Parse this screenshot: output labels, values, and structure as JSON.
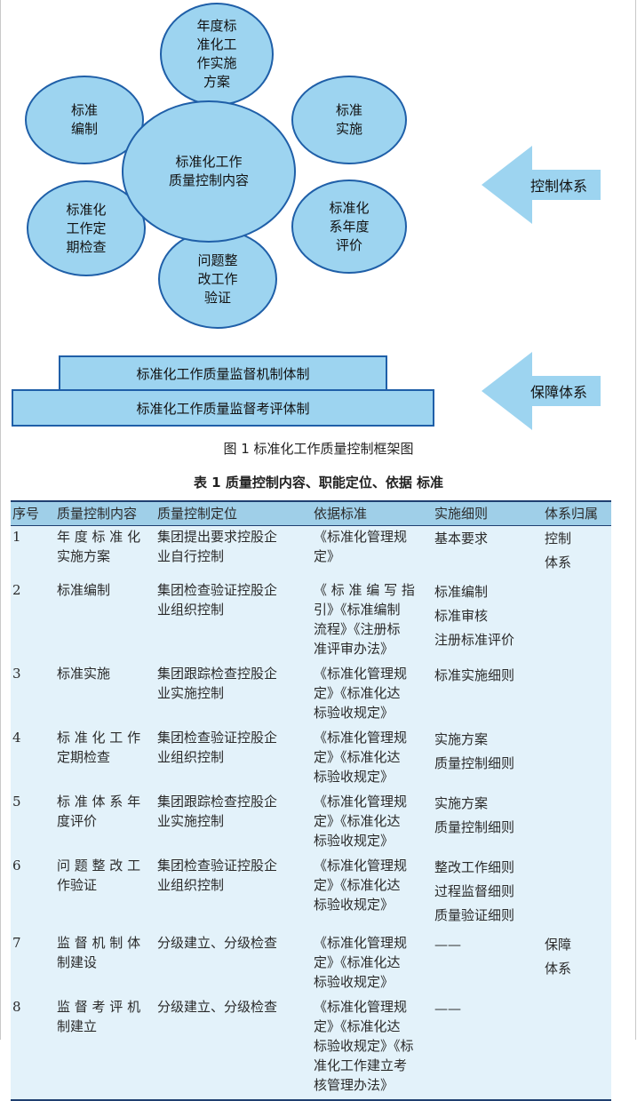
{
  "diagram": {
    "center": [
      "标准化工作",
      "质量控制内容"
    ],
    "nodes": [
      [
        "年度标",
        "准化工",
        "作实施",
        "方案"
      ],
      [
        "标准",
        "编制"
      ],
      [
        "标准",
        "实施"
      ],
      [
        "标准化",
        "工作定",
        "期检查"
      ],
      [
        "标准化",
        "系年度",
        "评价"
      ],
      [
        "问题整",
        "改工作",
        "验证"
      ]
    ],
    "arrow_control": "控制体系",
    "arrow_guarantee": "保障体系",
    "bar_top": "标准化工作质量监督机制体制",
    "bar_bottom": "标准化工作质量监督考评体制",
    "caption": "图 1  标准化工作质量控制框架图",
    "colors": {
      "fill": "#9dd4f0",
      "stroke": "#1f5fa8",
      "table_head": "#9fcfe8",
      "table_body": "#e3f2fa"
    }
  },
  "table": {
    "title": "表 1  质量控制内容、职能定位、依据 标准",
    "headers": [
      "序号",
      "质量控制内容",
      "质量控制定位",
      "依据标准",
      "实施细则",
      "体系归属"
    ],
    "rows": [
      {
        "no": "1",
        "content": [
          "年 度 标 准 化",
          "实施方案"
        ],
        "position": [
          "集团提出要求控股企",
          "业自行控制"
        ],
        "basis": [
          "《标准化管理规",
          "定》"
        ],
        "detail": [
          "基本要求"
        ],
        "system": [
          "控制",
          "体系"
        ]
      },
      {
        "no": "2",
        "content": [
          "标准编制"
        ],
        "position": [
          "集团检查验证控股企",
          "业组织控制"
        ],
        "basis": [
          "《 标 准 编 写 指",
          "引》《标准编制",
          "流程》《注册标",
          "准评审办法》"
        ],
        "detail": [
          "标准编制",
          "标准审核",
          "注册标准评价"
        ],
        "system": []
      },
      {
        "no": "3",
        "content": [
          "标准实施"
        ],
        "position": [
          "集团跟踪检查控股企",
          "业实施控制"
        ],
        "basis": [
          "《标准化管理规",
          "定》《标准化达",
          "标验收规定》"
        ],
        "detail": [
          "标准实施细则"
        ],
        "system": []
      },
      {
        "no": "4",
        "content": [
          "标 准 化 工 作",
          "定期检查"
        ],
        "position": [
          "集团检查验证控股企",
          "业组织控制"
        ],
        "basis": [
          "《标准化管理规",
          "定》《标准化达",
          "标验收规定》"
        ],
        "detail": [
          "实施方案",
          "质量控制细则"
        ],
        "system": []
      },
      {
        "no": "5",
        "content": [
          "标 准 体 系 年",
          "度评价"
        ],
        "position": [
          "集团跟踪检查控股企",
          "业实施控制"
        ],
        "basis": [
          "《标准化管理规",
          "定》《标准化达",
          "标验收规定》"
        ],
        "detail": [
          "实施方案",
          "质量控制细则"
        ],
        "system": []
      },
      {
        "no": "6",
        "content": [
          "问 题 整 改 工",
          "作验证"
        ],
        "position": [
          "集团检查验证控股企",
          "业组织控制"
        ],
        "basis": [
          "《标准化管理规",
          "定》《标准化达",
          "标验收规定》"
        ],
        "detail": [
          "整改工作细则",
          "过程监督细则",
          "质量验证细则"
        ],
        "system": []
      },
      {
        "no": "7",
        "content": [
          "监 督 机 制 体",
          "制建设"
        ],
        "position": [
          "分级建立、分级检查"
        ],
        "basis": [
          "《标准化管理规",
          "定》《标准化达",
          "标验收规定》"
        ],
        "detail": [
          "——"
        ],
        "system": [
          "保障",
          "体系"
        ]
      },
      {
        "no": "8",
        "content": [
          "监 督 考 评 机",
          "制建立"
        ],
        "position": [
          "分级建立、分级检查"
        ],
        "basis": [
          "《标准化管理规",
          "定》《标准化达",
          "标验收规定》《标",
          "准化工作建立考",
          "核管理办法》"
        ],
        "detail": [
          "——"
        ],
        "system": []
      }
    ]
  }
}
